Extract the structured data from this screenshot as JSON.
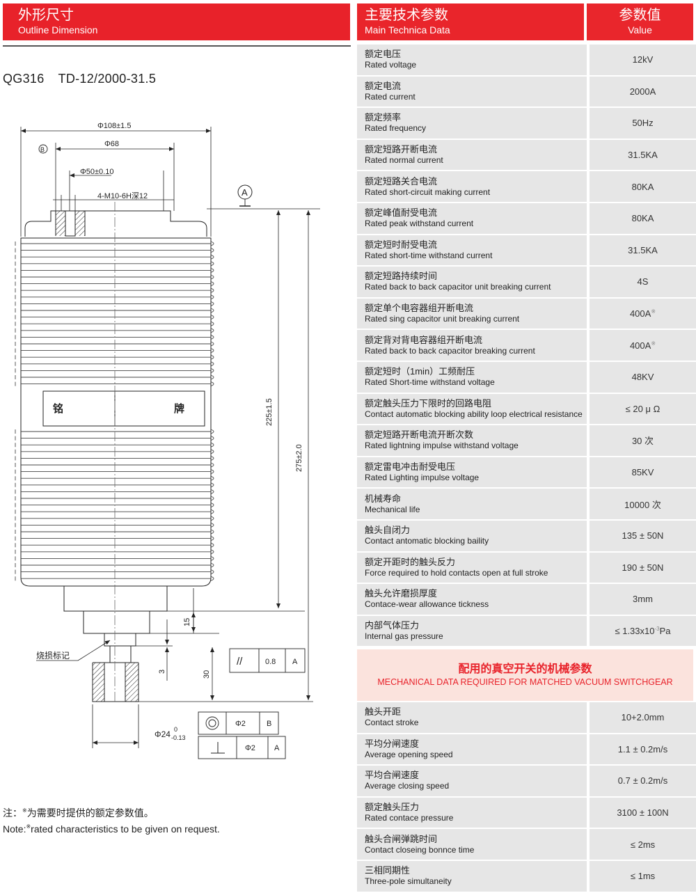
{
  "left_header": {
    "title_zh": "外形尺寸",
    "title_en": "Outline Dimension"
  },
  "main_header": {
    "title_zh": "主要技术参数",
    "title_en": "Main Technica Data"
  },
  "value_header": {
    "title_zh": "参数值",
    "title_en": "Value"
  },
  "model": {
    "series": "QG316",
    "code": "TD-12/2000-31.5"
  },
  "drawing": {
    "dim_outer_dia": "Φ108±1.5",
    "dim_mid_dia": "Φ68",
    "dim_inner_dia": "Φ50±0.10",
    "thread": "4-M10-6H深12",
    "datum_a": "A",
    "datum_b": "B",
    "dim_225": "225±1.5",
    "dim_275": "275±2.0",
    "dim_15": "15",
    "dim_3": "3",
    "dim_30": "30",
    "nameplate_left": "铭",
    "nameplate_right": "牌",
    "wear_mark": "烧损标记",
    "parallel_tol": "0.8",
    "parallel_ref": "A",
    "shaft_dia": "Φ24",
    "shaft_tol_upper": "0",
    "shaft_tol_lower": "-0.13",
    "concentric_tol": "Φ2",
    "concentric_ref": "B",
    "perp_tol": "Φ2",
    "perp_ref": "A",
    "parallel_symbol": "//"
  },
  "note": {
    "zh_prefix": "注：",
    "mark": "※",
    "zh_text": "为需要时提供的额定参数值。",
    "en_prefix": "Note:",
    "en_text": "rated characteristics to be given on request."
  },
  "specs": [
    {
      "zh": "额定电压",
      "en": "Rated voltage",
      "value": "12kV"
    },
    {
      "zh": "额定电流",
      "en": "Rated current",
      "value": "2000A"
    },
    {
      "zh": "额定频率",
      "en": "Rated frequency",
      "value": "50Hz"
    },
    {
      "zh": "额定短路开断电流",
      "en": "Rated normal current",
      "value": "31.5KA"
    },
    {
      "zh": "额定短路关合电流",
      "en": "Rated short-circuit making current",
      "value": "80KA"
    },
    {
      "zh": "额定峰值耐受电流",
      "en": "Rated peak withstand current",
      "value": "80KA"
    },
    {
      "zh": "额定短时耐受电流",
      "en": "Rated short-time withstand current",
      "value": "31.5KA"
    },
    {
      "zh": "额定短路持续时间",
      "en": "Rated back to back capacitor unit breaking current",
      "value": "4S"
    },
    {
      "zh": "额定单个电容器组开断电流",
      "en": "Rated sing capacitor unit breaking current",
      "value": "400A",
      "mark": "※"
    },
    {
      "zh": "额定背对背电容器组开断电流",
      "en": "Rated back to back capacitor breaking current",
      "value": "400A",
      "mark": "※"
    },
    {
      "zh": "额定短时（1min）工频耐压",
      "en": "Rated Short-time withstand voltage",
      "value": "48KV"
    },
    {
      "zh": "额定触头压力下限时的回路电阻",
      "en": "Contact automatic blocking ability loop electrical resistance",
      "value": "≤ 20 μ Ω"
    },
    {
      "zh": "额定短路开断电流开断次数",
      "en": "Rated lightning impulse withstand voltage",
      "value": "30 次"
    },
    {
      "zh": "额定雷电冲击耐受电压",
      "en": "Rated Lighting impulse  voltage",
      "value": "85KV"
    },
    {
      "zh": "机械寿命",
      "en": "Mechanical life",
      "value": "10000 次"
    },
    {
      "zh": "触头自闭力",
      "en": "Contact antomatic blocking baility",
      "value": "135 ± 50N"
    },
    {
      "zh": "额定开距时的触头反力",
      "en": "Force required to hold contacts open at full stroke",
      "value": "190 ± 50N"
    },
    {
      "zh": "触头允许磨损厚度",
      "en": "Contace-wear allowance tickness",
      "value": "3mm"
    },
    {
      "zh": "内部气体压力",
      "en": "Internal gas pressure",
      "value_prefix": "≤ 1.33x10",
      "value_sup": "-3",
      "value_suffix": "Pa"
    }
  ],
  "band": {
    "zh": "配用的真空开关的机械参数",
    "en": "MECHANICAL DATA REQUIRED FOR MATCHED VACUUM SWITCHGEAR"
  },
  "mech_specs": [
    {
      "zh": "触头开距",
      "en": "Contact stroke",
      "value": "10+2.0mm"
    },
    {
      "zh": "平均分闸速度",
      "en": "Average opening speed",
      "value": "1.1 ± 0.2m/s"
    },
    {
      "zh": "平均合闸速度",
      "en": "Average closing speed",
      "value": "0.7 ± 0.2m/s"
    },
    {
      "zh": "额定触头压力",
      "en": "Rated contace pressure",
      "value": "3100 ± 100N"
    },
    {
      "zh": "触头合闸弹跳时间",
      "en": "Contact closeing bonnce time",
      "value": "≤ 2ms"
    },
    {
      "zh": "三相同期性",
      "en": "Three-pole simultaneity",
      "value": "≤ 1ms"
    }
  ]
}
